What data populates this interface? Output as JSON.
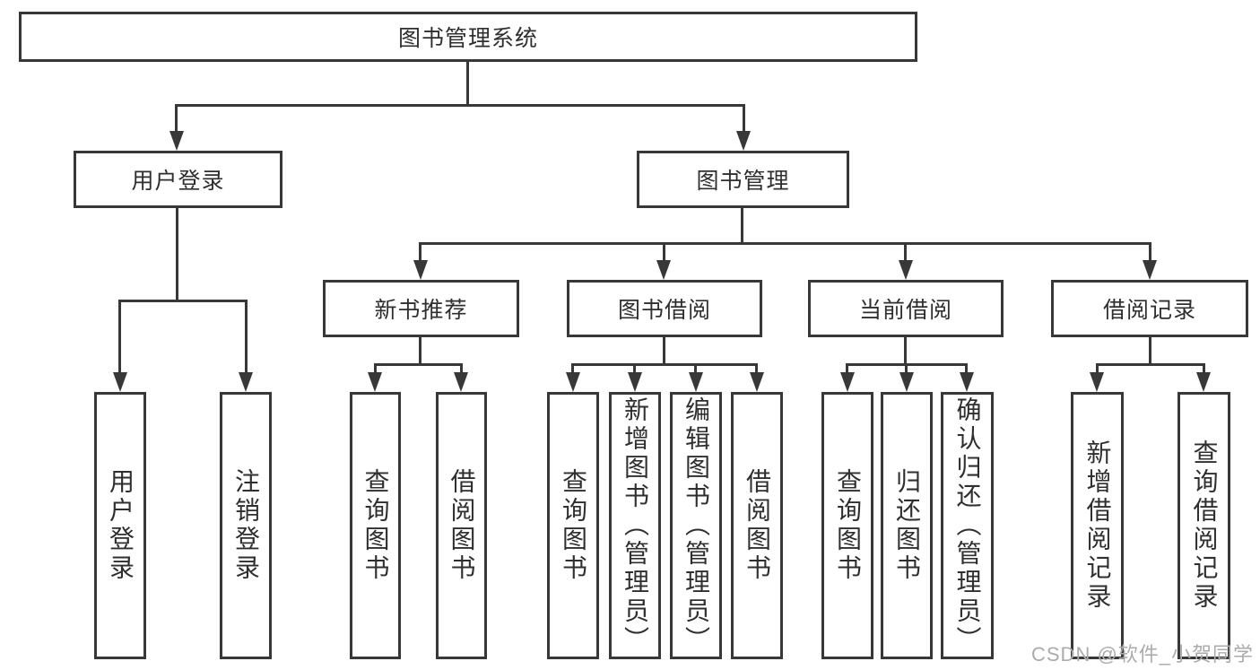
{
  "diagram_title": "图书管理系统",
  "watermark": "CSDN @软件_小贺同学",
  "colors": {
    "line": "#383838",
    "text": "#2f2f2f",
    "watermark": "#ababab",
    "background": "#ffffff",
    "box_fill": "#ffffff"
  },
  "tree": {
    "root": "图书管理系统",
    "user_module": {
      "label": "用户登录",
      "children": [
        "用户登录",
        "注销登录"
      ]
    },
    "book_module": {
      "label": "图书管理",
      "submodules": [
        {
          "label": "新书推荐",
          "children": [
            "查询图书",
            "借阅图书"
          ]
        },
        {
          "label": "图书借阅",
          "children": [
            "查询图书",
            "新增图书（管理员）",
            "编辑图书（管理员）",
            "借阅图书"
          ]
        },
        {
          "label": "当前借阅",
          "children": [
            "查询图书",
            "归还图书",
            "确认归还（管理员）"
          ]
        },
        {
          "label": "借阅记录",
          "children": [
            "新增借阅记录",
            "查询借阅记录"
          ]
        }
      ]
    }
  }
}
